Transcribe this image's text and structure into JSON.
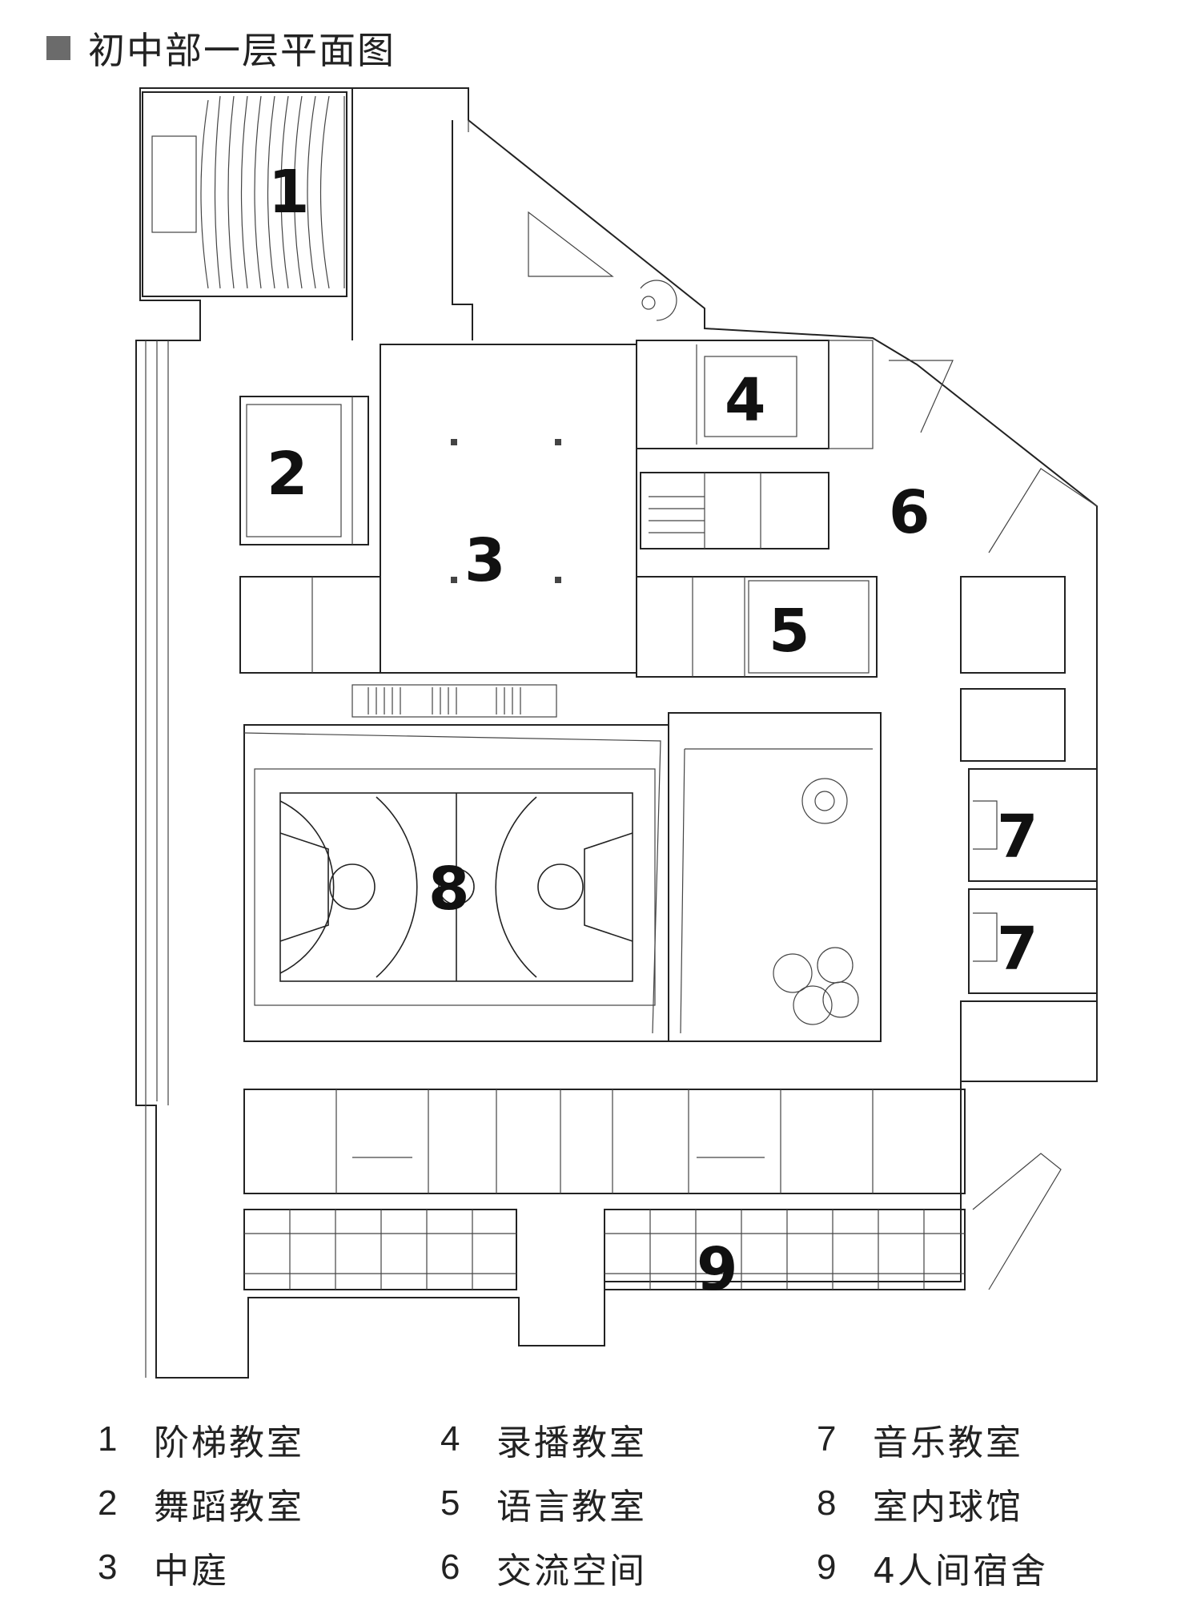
{
  "title": "初中部一层平面图",
  "rooms": [
    {
      "num": "1",
      "label": "阶梯教室"
    },
    {
      "num": "2",
      "label": "舞蹈教室"
    },
    {
      "num": "3",
      "label": "中庭"
    },
    {
      "num": "4",
      "label": "录播教室"
    },
    {
      "num": "5",
      "label": "语言教室"
    },
    {
      "num": "6",
      "label": "交流空间"
    },
    {
      "num": "7",
      "label": "音乐教室"
    },
    {
      "num": "8",
      "label": "室内球馆"
    },
    {
      "num": "9",
      "label": "4人间宿舍"
    }
  ],
  "plan_numbers": {
    "n1": "1",
    "n2": "2",
    "n3": "3",
    "n4": "4",
    "n5": "5",
    "n6": "6",
    "n7a": "7",
    "n7b": "7",
    "n8": "8",
    "n9": "9"
  },
  "colors": {
    "title_square": "#6b6b6b",
    "line": "#222222"
  }
}
